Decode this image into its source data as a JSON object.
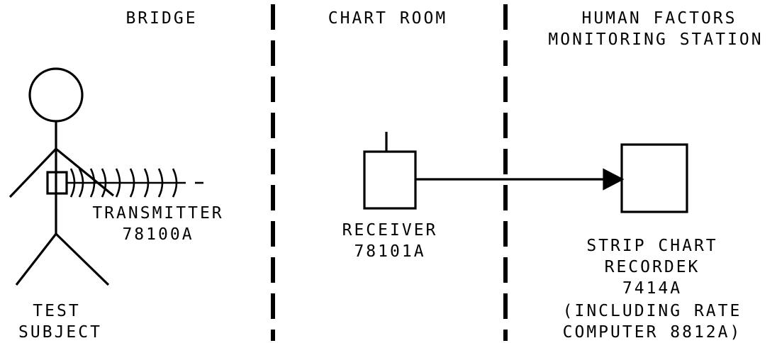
{
  "zones": {
    "bridge": "BRIDGE",
    "chart_room": "CHART ROOM",
    "monitoring_line1": "HUMAN FACTORS",
    "monitoring_line2": "MONITORING STATION"
  },
  "subject": {
    "line1": "TEST",
    "line2": "SUBJECT"
  },
  "transmitter": {
    "name": "TRANSMITTER",
    "model": "78100A"
  },
  "receiver": {
    "name": "RECEIVER",
    "model": "78101A"
  },
  "recorder": {
    "line1": "STRIP CHART",
    "line2": "RECORDEK",
    "line3": "7414A",
    "line4": "(INCLUDING RATE",
    "line5": "COMPUTER 8812A)"
  },
  "colors": {
    "ink": "#000000",
    "paper": "#ffffff"
  }
}
